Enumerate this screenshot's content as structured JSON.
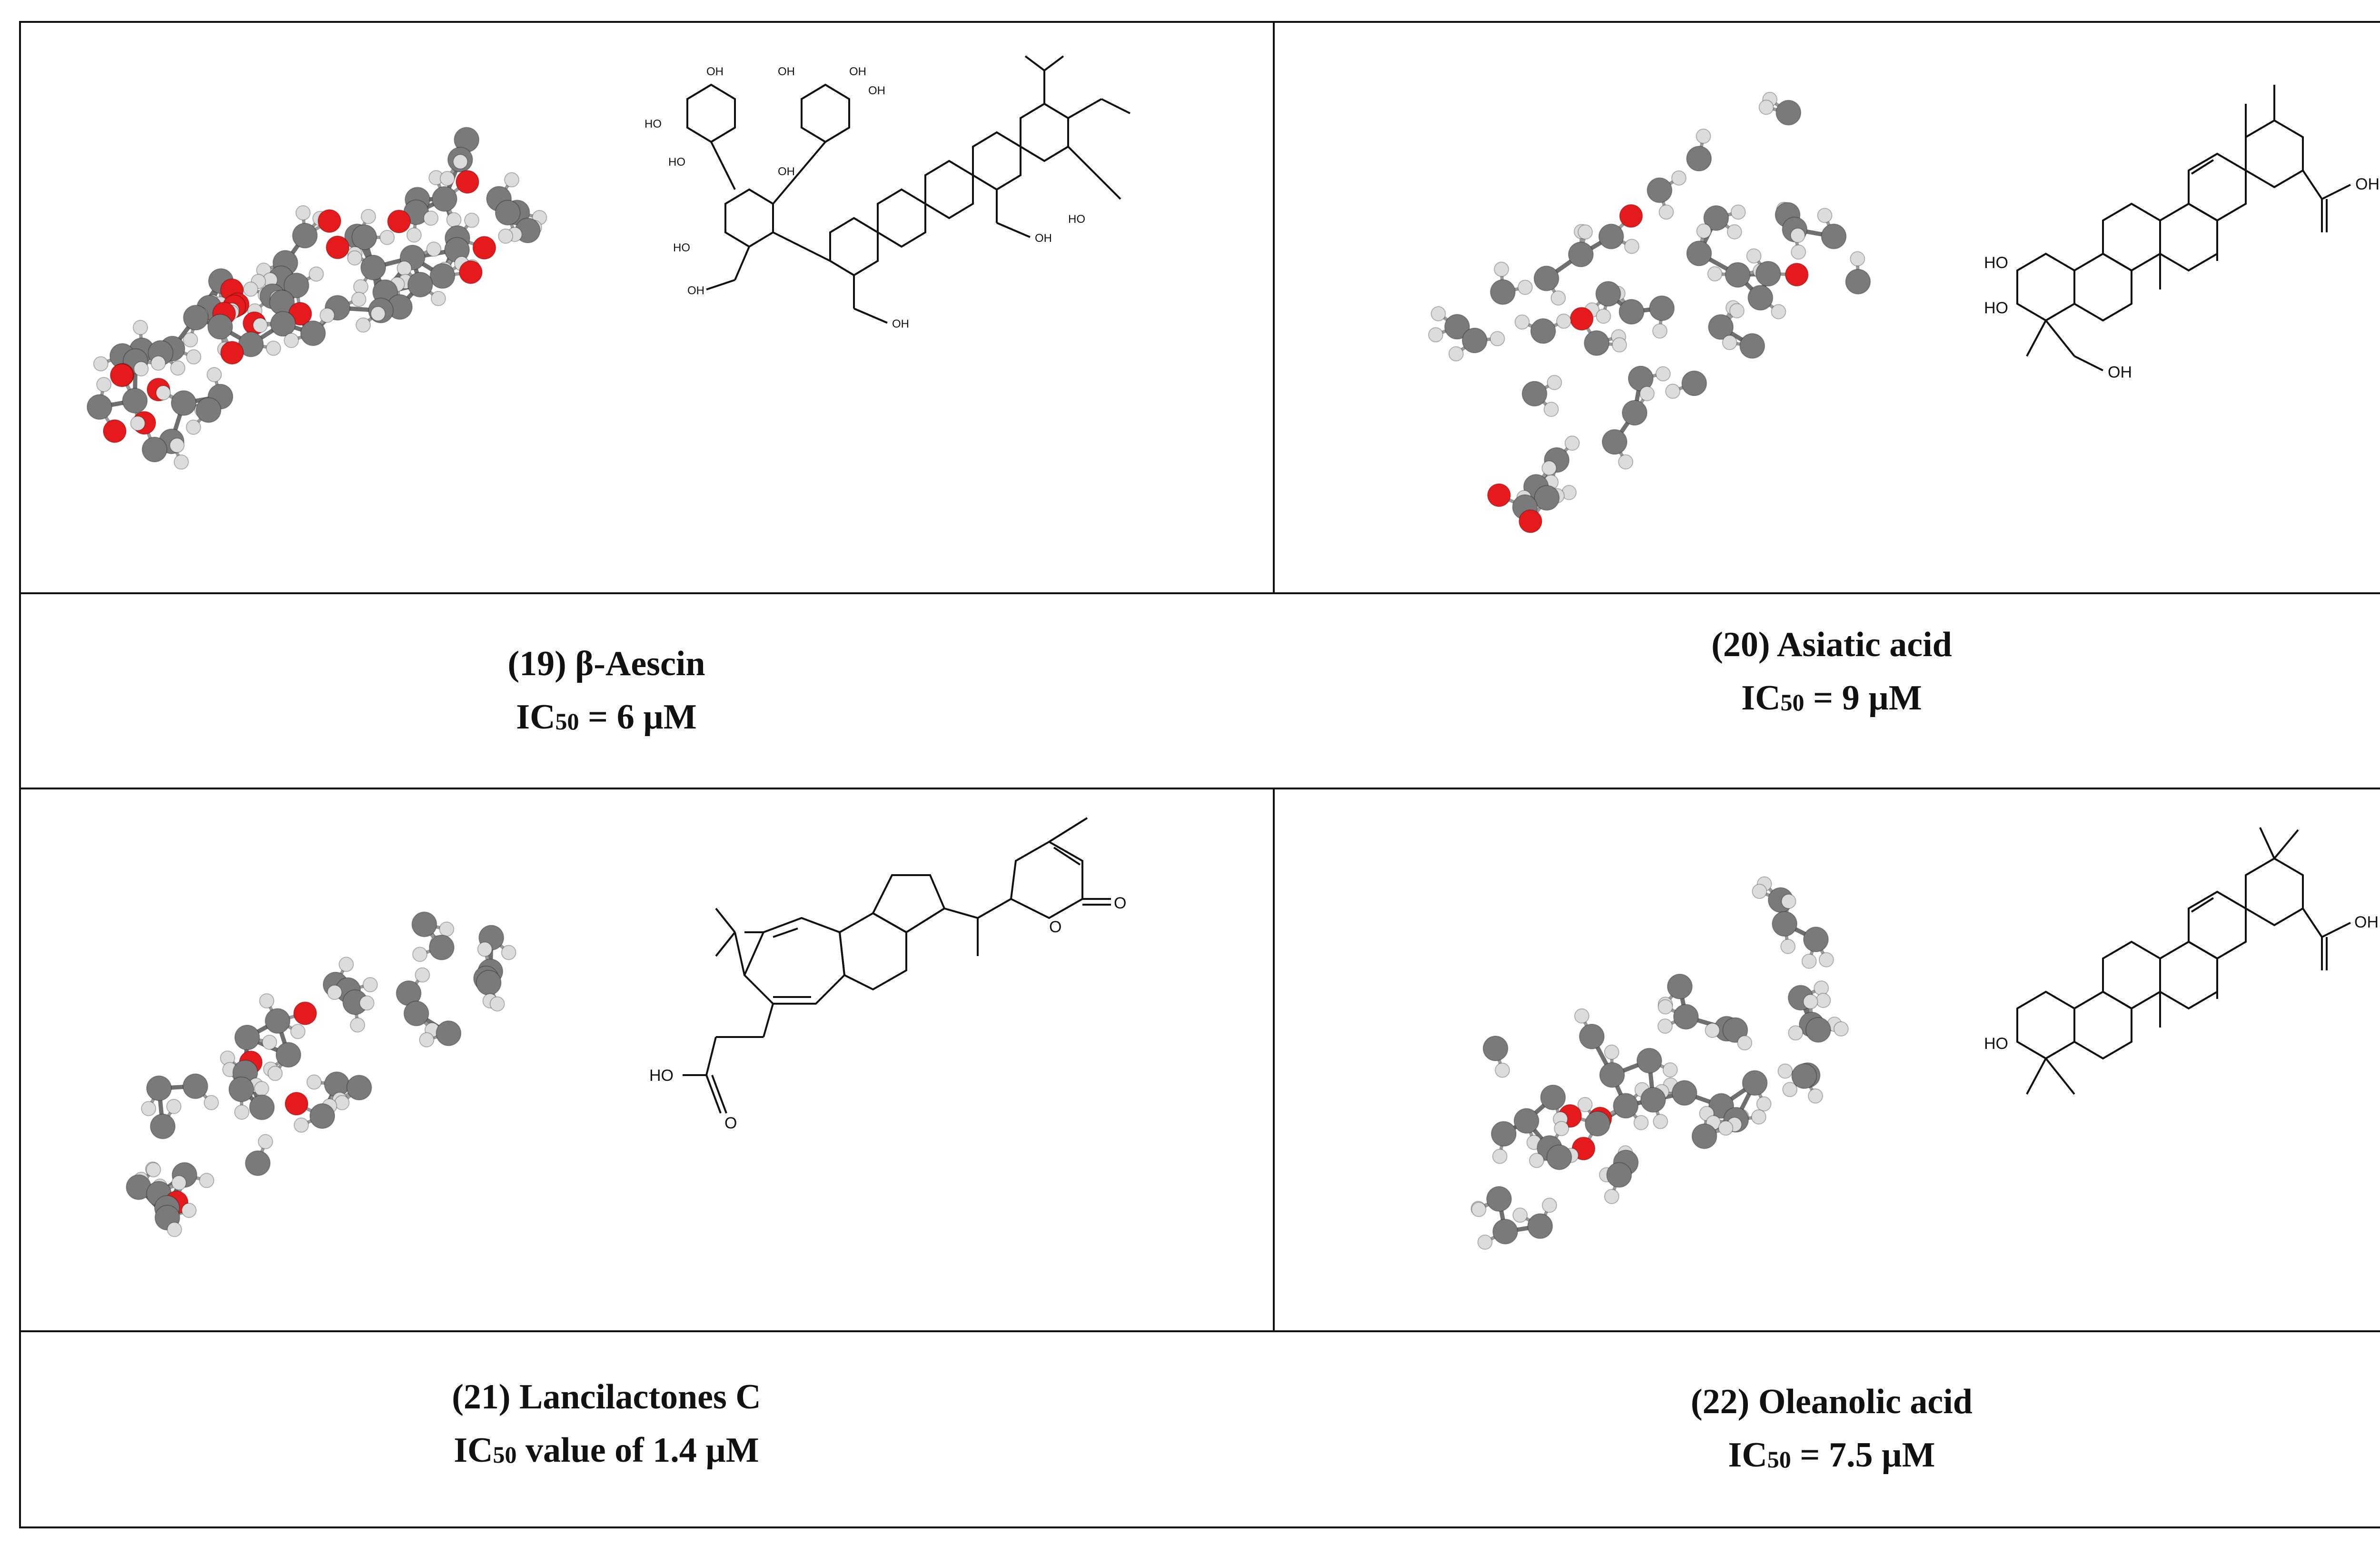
{
  "compounds": [
    {
      "name": "(19) β-Aescin",
      "ic50": {
        "prefix": "IC",
        "sub": "50",
        "suffix": " = 6 µM"
      }
    },
    {
      "name": "(20) Asiatic acid",
      "ic50": {
        "prefix": "IC",
        "sub": "50",
        "suffix": " = 9 µM"
      }
    },
    {
      "name": "(21) Lancilactones C",
      "ic50": {
        "prefix": "IC",
        "sub": "50",
        "suffix": " value of 1.4 µM"
      }
    },
    {
      "name": "(22) Oleanolic acid",
      "ic50": {
        "prefix": "IC",
        "sub": "50",
        "suffix": " = 7.5 µM"
      }
    }
  ],
  "structure_labels": {
    "aescin": [
      "OH",
      "OH",
      "OH",
      "OH",
      "HO",
      "OH",
      "OH",
      "HO",
      "HO",
      "OH",
      "OH",
      "HO"
    ],
    "asiatic": [
      "OH",
      "HO",
      "HO",
      "OH"
    ],
    "lancilactone": [
      "O",
      "HO"
    ],
    "oleanolic": [
      "OH",
      "HO"
    ]
  },
  "colors": {
    "oxygen": "#e41a1c",
    "carbon": "#7a7a7a",
    "hydrogen": "#dcdcdc",
    "bond": "#111111"
  }
}
